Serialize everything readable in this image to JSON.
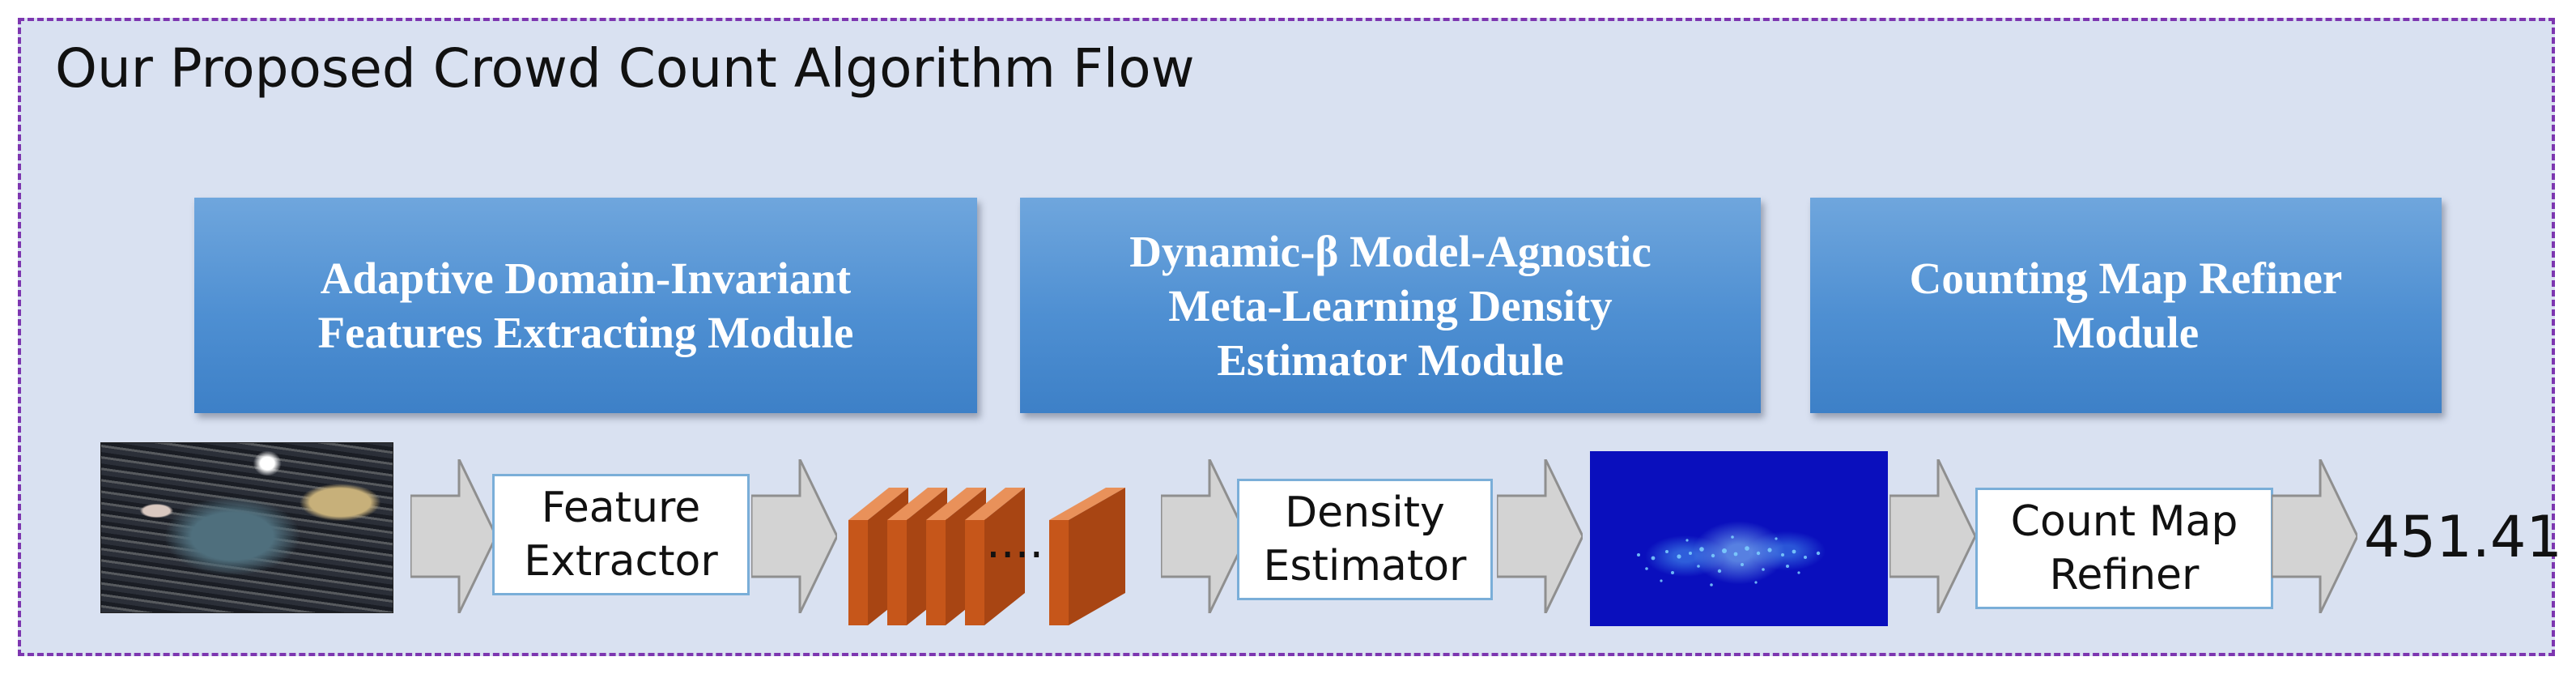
{
  "title": "Our Proposed Crowd Count Algorithm Flow",
  "modules": [
    {
      "label": "Adaptive Domain-Invariant\nFeatures Extracting Module"
    },
    {
      "label": "Dynamic-β Model-Agnostic\nMeta-Learning Density\nEstimator Module"
    },
    {
      "label": "Counting Map Refiner\nModule"
    }
  ],
  "pipeline": {
    "feature_extractor": "Feature\nExtractor",
    "feature_maps_ellipsis": "....",
    "density_estimator": "Density\nEstimator",
    "count_map_refiner": "Count Map\nRefiner",
    "result": "451.41"
  },
  "colors": {
    "frame_background": "#d9e1f1",
    "frame_border": "#7d36b0",
    "module_blue": "#4e8fd2",
    "feature_map_orange": "#c6561a",
    "density_map_blue": "#0a0fbd",
    "box_border": "#7aaed8"
  }
}
